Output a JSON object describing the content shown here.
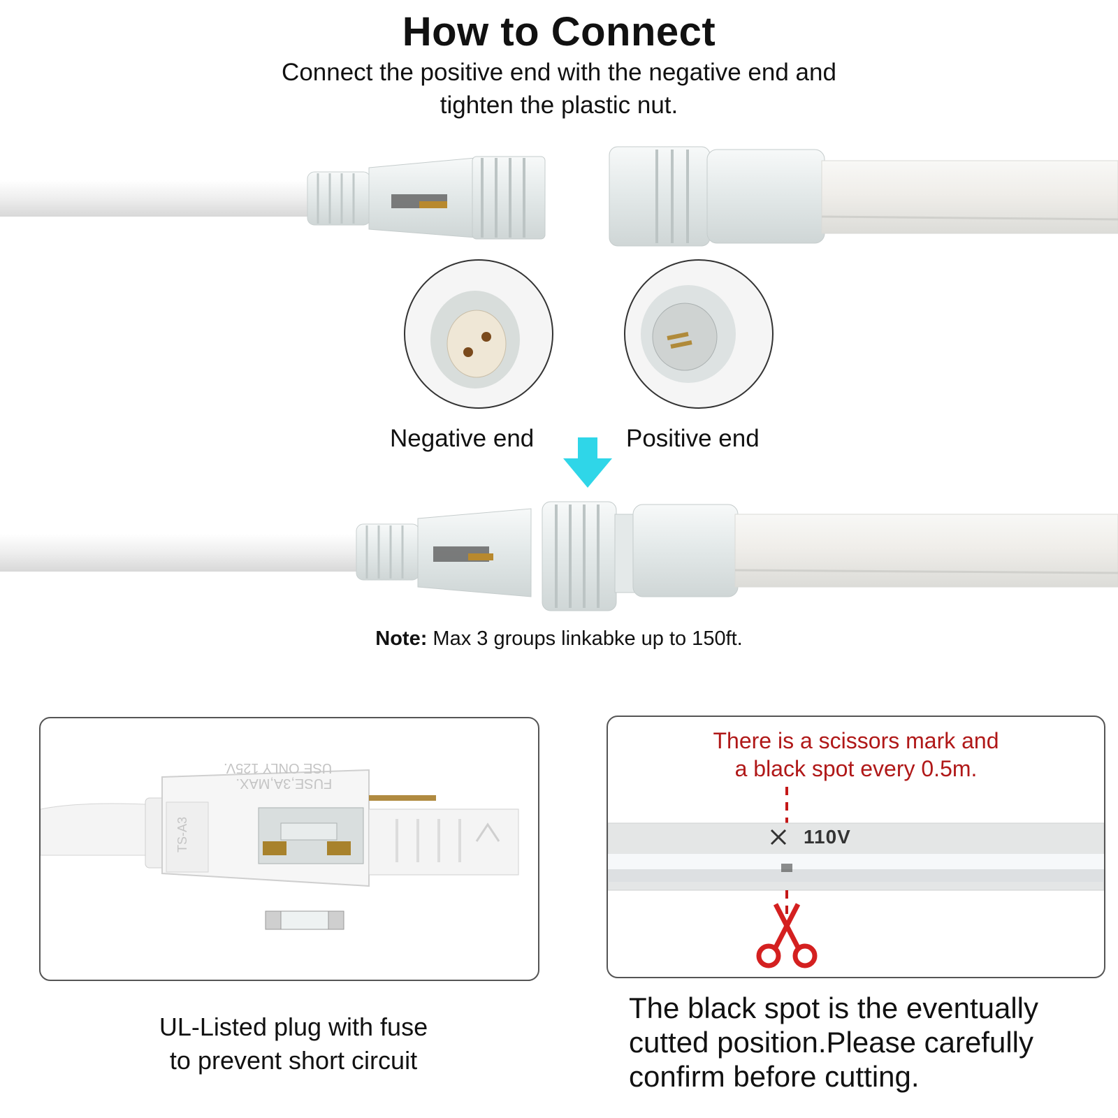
{
  "header": {
    "title": "How to Connect",
    "subtitle_line1": "Connect the positive end with the negative end and",
    "subtitle_line2": "tighten the plastic nut."
  },
  "connectors": {
    "negative_label": "Negative end",
    "positive_label": "Positive end"
  },
  "note": {
    "prefix": "Note:",
    "text": " Max 3 groups linkabke up to 150ft."
  },
  "plug_panel": {
    "fuse_text_line1": "FUSE,3A,MAX.",
    "fuse_text_line2": "USE ONLY 125V.",
    "plug_model": "TS-A3",
    "caption_line1": "UL-Listed plug with fuse",
    "caption_line2": "to prevent short circuit"
  },
  "cut_panel": {
    "note_line1": "There is a scissors mark and",
    "note_line2": "a black spot every 0.5m.",
    "strip_marking": "110V",
    "caption_line1": "The black spot is the eventually",
    "caption_line2": "cutted position.Please carefully",
    "caption_line3": "confirm before cutting."
  },
  "colors": {
    "arrow": "#2fd6e8",
    "red_text": "#b01818",
    "scissors": "#d42020",
    "cable": "#f2f2f2",
    "plastic": "#e6ecec"
  }
}
